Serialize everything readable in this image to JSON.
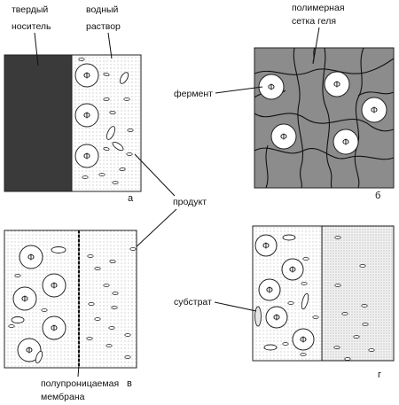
{
  "labels": {
    "solid_carrier_line1": "твердый",
    "solid_carrier_line2": "носитель",
    "aqueous_line1": "водный",
    "aqueous_line2": "раствор",
    "polymer_line1": "полимерная",
    "polymer_line2": "сетка геля",
    "enzyme": "фермент",
    "product": "продукт",
    "substrate": "субстрат",
    "membrane_line1": "полупроницаемая",
    "membrane_line2": "мембрана"
  },
  "panel_letters": {
    "a": "а",
    "b": "б",
    "c": "в",
    "d": "г"
  },
  "enzyme_symbol": "Ф",
  "colors": {
    "solid_carrier": "#3a3a3a",
    "gel": "#8c8c8c",
    "dots": "#999999",
    "outline": "#222222"
  }
}
